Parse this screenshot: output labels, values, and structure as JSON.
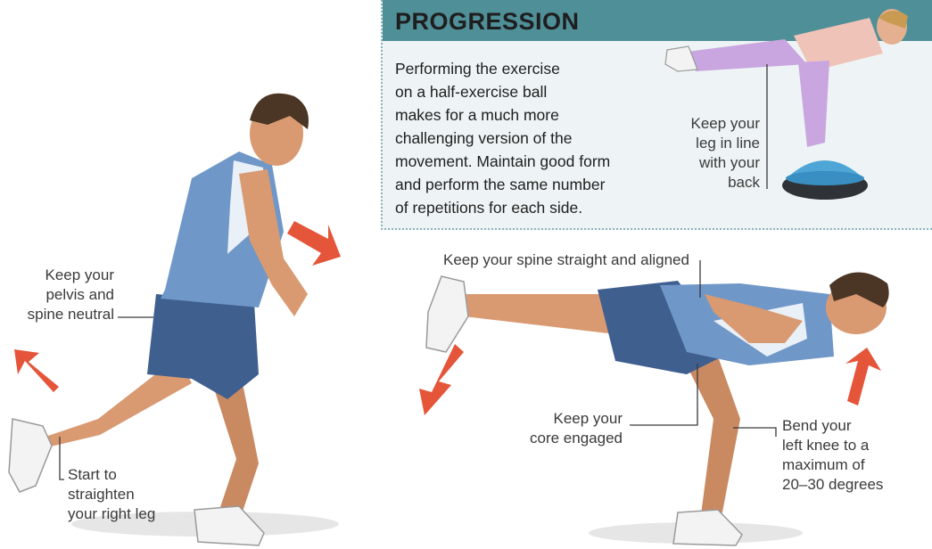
{
  "progression": {
    "title": "PROGRESSION",
    "text_lines": [
      "Performing the exercise",
      "on a half-exercise ball",
      "makes for a much more",
      "challenging version of the",
      "movement. Maintain good form",
      "and perform the same number",
      "of repetitions for each side."
    ],
    "leg_label_lines": [
      "Keep your",
      "leg in line",
      "with your",
      "back"
    ]
  },
  "callouts": {
    "pelvis": [
      "Keep your",
      "pelvis and",
      "spine neutral"
    ],
    "straighten": [
      "Start to",
      "straighten",
      "your right leg"
    ],
    "spine": [
      "Keep your spine straight and aligned"
    ],
    "core": [
      "Keep your",
      "core engaged"
    ],
    "knee": [
      "Bend your",
      "left knee to a",
      "maximum of",
      "20–30 degrees"
    ]
  },
  "colors": {
    "header": "#4f8f98",
    "panel": "#eef4f5",
    "shirt": "#6f97c8",
    "shorts": "#3f5f8f",
    "skin": "#d99a72",
    "arrow": "#e4553a",
    "ball": "#4ea6d6",
    "leggings": "#c9a6e0"
  }
}
